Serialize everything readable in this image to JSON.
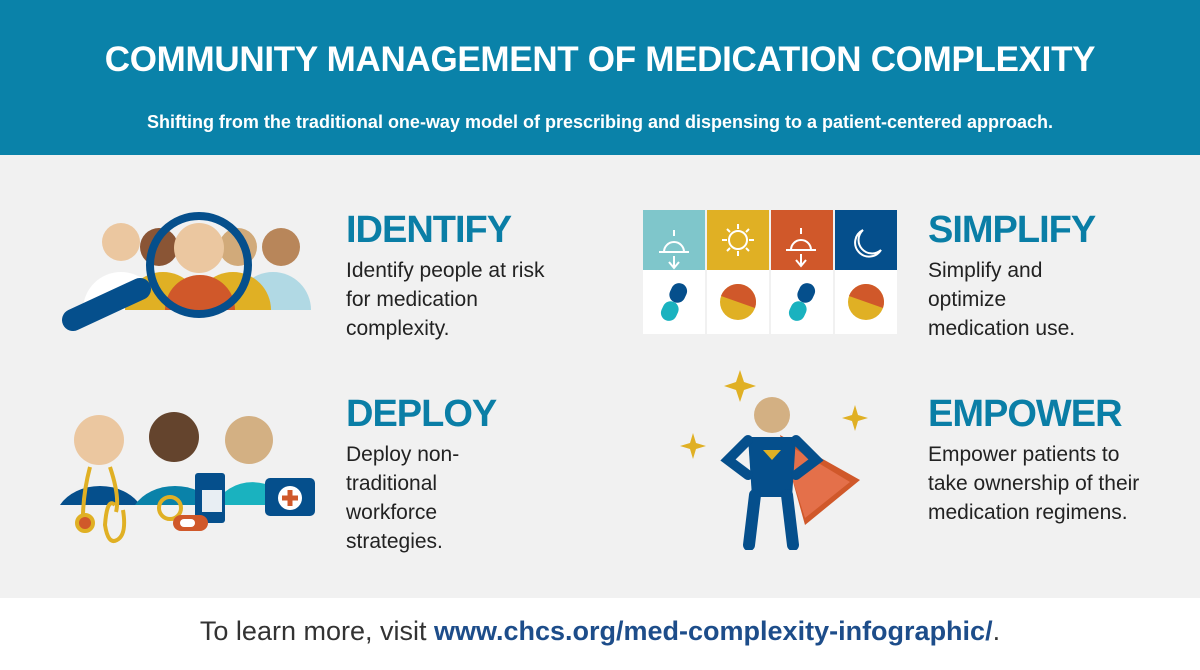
{
  "header": {
    "title": "COMMUNITY MANAGEMENT OF MEDICATION COMPLEXITY",
    "subtitle": "Shifting from the traditional one-way model of prescribing and dispensing to a patient-centered approach."
  },
  "sections": [
    {
      "title": "IDENTIFY",
      "text": "Identify people at risk for medication complexity.",
      "icon": "magnifier-over-people-icon"
    },
    {
      "title": "SIMPLIFY",
      "text": "Simplify and optimize medication use.",
      "icon": "daily-pill-schedule-icon"
    },
    {
      "title": "DEPLOY",
      "text": "Deploy non-traditional workforce strategies.",
      "icon": "care-workers-icon"
    },
    {
      "title": "EMPOWER",
      "text": "Empower patients to take ownership of their medication regimens.",
      "icon": "superhero-patient-icon"
    }
  ],
  "footer": {
    "prefix": "To learn more, visit ",
    "link": "www.chcs.org/med-complexity-infographic/",
    "suffix": "."
  },
  "colors": {
    "header": "#0a82a9",
    "heading": "#0a7ea6",
    "navy": "#054f8c",
    "orange": "#d0582a",
    "gold": "#e0b024",
    "teal": "#7fc6cb"
  }
}
